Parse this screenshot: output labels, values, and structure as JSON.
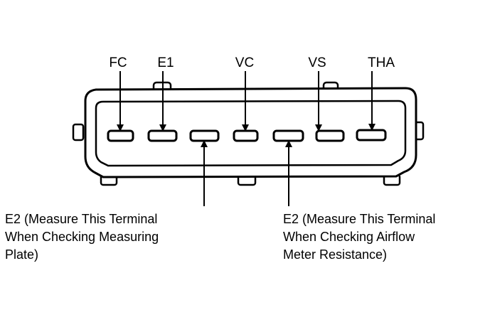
{
  "terminals": {
    "fc": "FC",
    "e1": "E1",
    "vc": "VC",
    "vs": "VS",
    "tha": "THA"
  },
  "notes": {
    "left": [
      "E2 (Measure This Terminal",
      "When Checking Measuring",
      "Plate)"
    ],
    "right": [
      "E2 (Measure This Terminal",
      "When Checking Airflow",
      "Meter Resistance)"
    ]
  },
  "colors": {
    "ink": "#000000",
    "background": "#ffffff"
  }
}
